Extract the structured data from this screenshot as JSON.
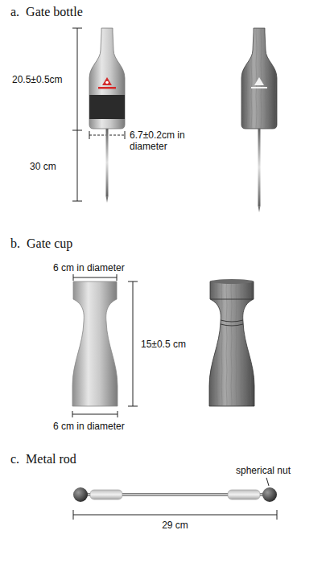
{
  "diagram": {
    "labels": [
      "a.  Gate bottle",
      "20.5±0.5cm",
      "30 cm",
      "6.7±0.2cm in diameter",
      "b.  Gate cup",
      "6 cm in diameter",
      "15±0.5 cm",
      "6 cm in diameter",
      "c.  Metal rod",
      "spherical nut",
      "29 cm"
    ]
  }
}
